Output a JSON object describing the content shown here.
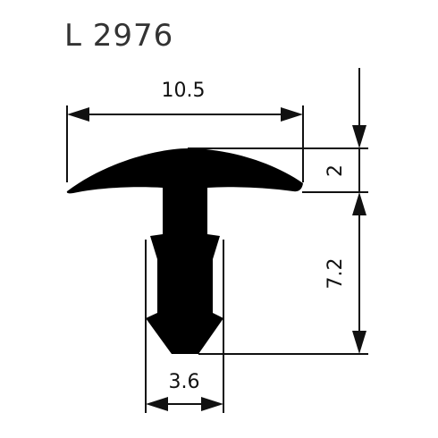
{
  "title": "L 2976",
  "dimensions": {
    "top_width": "10.5",
    "cap_height": "2",
    "stem_height": "7.2",
    "stem_width": "3.6"
  },
  "colors": {
    "profile": "#000000",
    "dimension": "#111111",
    "title": "#333333"
  }
}
